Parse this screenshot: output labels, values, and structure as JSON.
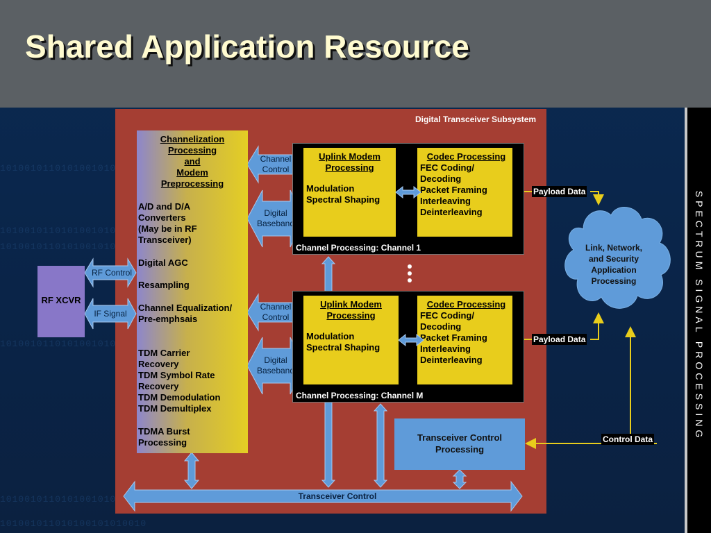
{
  "title": "Shared Application Resource",
  "side_banner": "SPECTRUM SIGNAL PROCESSING",
  "background_pattern": "101001011010100101010010",
  "subsystem_label": "Digital Transceiver Subsystem",
  "channelization": {
    "heading": "Channelization\nProcessing\nand\nModem\nPreprocessing",
    "items": [
      "A/D and D/A\nConverters\n(May be in RF\nTransceiver)",
      "Digital AGC",
      "Resampling",
      "Channel Equalization/\nPre-emphsais",
      "TDM Carrier\nRecovery\nTDM Symbol Rate\nRecovery\nTDM Demodulation\nTDM Demultiplex",
      "TDMA Burst\nProcessing"
    ]
  },
  "channels": [
    {
      "label": "Channel  Processing: Channel 1",
      "uplink_heading": "Uplink Modem\nProcessing",
      "uplink_text": "Modulation\nSpectral Shaping",
      "codec_heading": "Codec Processing",
      "codec_text": "FEC Coding/\n       Decoding\nPacket Framing\nInterleaving\nDeinterleaving",
      "channel_control": "Channel\nControl",
      "digital_baseband": "Digital\nBaseband",
      "payload": "Payload Data"
    },
    {
      "label": "Channel Processing: Channel M",
      "uplink_heading": "Uplink Modem\nProcessing",
      "uplink_text": "Modulation\nSpectral Shaping",
      "codec_heading": "Codec Processing",
      "codec_text": "FEC Coding/\n       Decoding\nPacket Framing\nInterleaving\nDeinterleaving",
      "channel_control": "Channel\nControl",
      "digital_baseband": "Digital\nBaseband",
      "payload": "Payload Data"
    }
  ],
  "rf_xcvr": "RF XCVR",
  "rf_control": "RF Control",
  "if_signal": "IF Signal",
  "transceiver_control_processing": "Transceiver Control\nProcessing",
  "transceiver_control": "Transceiver Control",
  "control_data": "Control Data",
  "cloud": "Link, Network,\nand Security\nApplication\nProcessing",
  "colors": {
    "background": "#0a2448",
    "title_bar": "#5b6064",
    "title_text": "#fffbd0",
    "subsystem": "#a53e33",
    "processing_box": "#e8cd1c",
    "arrow_blue": "#5f9bd9",
    "data_arrow": "#e8cd1c"
  }
}
